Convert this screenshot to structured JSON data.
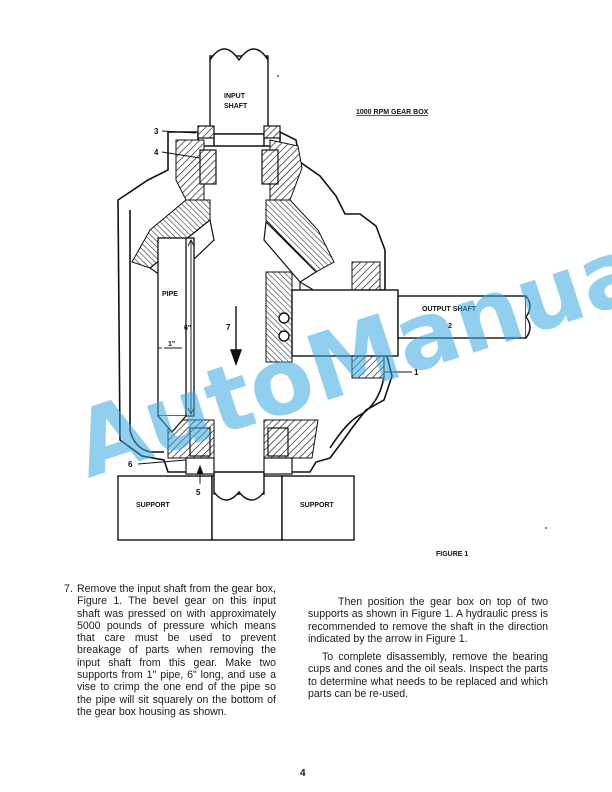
{
  "figure": {
    "title": "1000 RPM GEAR BOX",
    "caption": "FIGURE 1",
    "labels": {
      "input_shaft_line1": "INPUT",
      "input_shaft_line2": "SHAFT",
      "output_shaft_line1": "OUTPUT SHAFT",
      "output_shaft_line2": "2",
      "pipe": "PIPE",
      "six_inch": "6\"",
      "one_inch": "1\"",
      "seven": "7",
      "support_left": "SUPPORT",
      "support_right": "SUPPORT",
      "callout_1": "1",
      "callout_3": "3",
      "callout_4": "4",
      "callout_5": "5",
      "callout_6": "6"
    },
    "watermark": "AutoManual"
  },
  "text": {
    "step_number": "7.",
    "step_body": "Remove the input shaft from the gear box, Figure 1. The bevel gear on this input shaft was pressed on with approximately 5000 pounds of pressure which means that care must be used to prevent breakage of parts when removing the input shaft from this gear. Make two supports from 1\" pipe, 6\" long, and use a vise to crimp the one end of the pipe so the pipe will sit squarely on the bottom of the gear box housing as shown.",
    "right_para_1": "Then position the gear box on top of two supports as shown in Figure 1. A hydraulic press is recommended to remove the shaft in the direction indicated by the arrow in Figure 1.",
    "right_para_2": "To complete disassembly, remove the bearing cups and cones and the oil seals. Inspect the parts to determine what needs to be replaced and which parts can be re-used."
  },
  "page_number": "4"
}
